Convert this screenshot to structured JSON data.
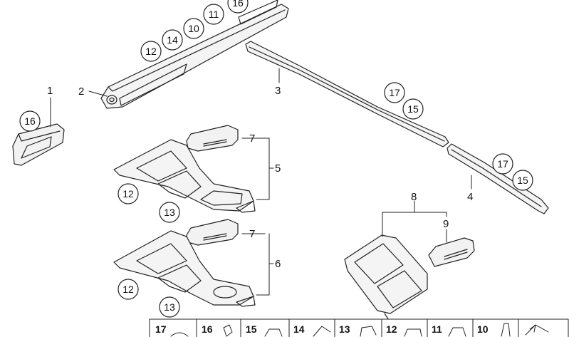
{
  "callouts": {
    "p1": "1",
    "p2": "2",
    "p3": "3",
    "p4": "4",
    "p5": "5",
    "p6": "6",
    "p7a": "7",
    "p7b": "7",
    "p8": "8",
    "p9": "9"
  },
  "circles": {
    "c16a": "16",
    "c16b": "16",
    "c12a": "12",
    "c14": "14",
    "c10": "10",
    "c11": "11",
    "c17a": "17",
    "c15a": "15",
    "c17b": "17",
    "c15b": "15",
    "c12b": "12",
    "c13a": "13",
    "c12c": "12",
    "c13b": "13"
  },
  "legend": [
    "17",
    "16",
    "15",
    "14",
    "13",
    "12",
    "11",
    "10"
  ]
}
